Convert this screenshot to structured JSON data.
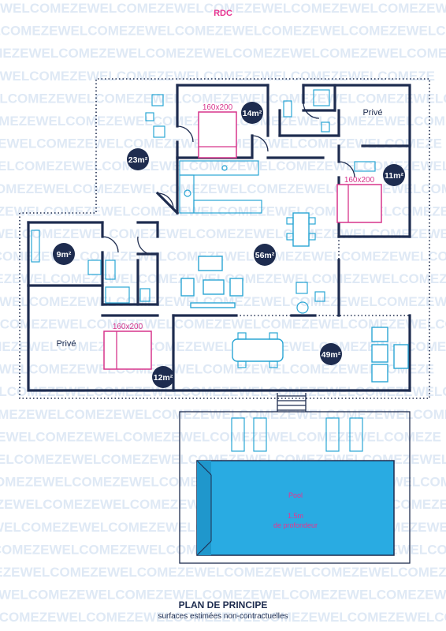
{
  "level_title": "RDC",
  "watermark": "WELCOMEZEWELCOMEZEWELCOMEZEWELCOMEZEWELCOMEZEWELCOMEZE",
  "rooms": {
    "living_left_area": "23m²",
    "bedroom_top_area": "14m²",
    "bedroom_right_area": "11m²",
    "laundry_area": "9m²",
    "main_living_area": "56m²",
    "terrace_area": "49m²",
    "bedroom_bottom_area": "12m²"
  },
  "labels": {
    "private_top": "Privé",
    "private_bottom": "Privé"
  },
  "beds": {
    "top": "160x200",
    "right": "160x200",
    "bottom": "160x200"
  },
  "pool": {
    "line1": "Pool",
    "line2": "1.5m",
    "line3": "de profondeur"
  },
  "footer": {
    "title": "PLAN DE PRINCIPE",
    "subtitle": "surfaces estimées non-contractuelles"
  },
  "colors": {
    "wall": "#1e2c4f",
    "furniture": "#2aa6d4",
    "bed": "#d7358c",
    "pool_water": "#29abe2",
    "accent_text": "#e8338f"
  }
}
